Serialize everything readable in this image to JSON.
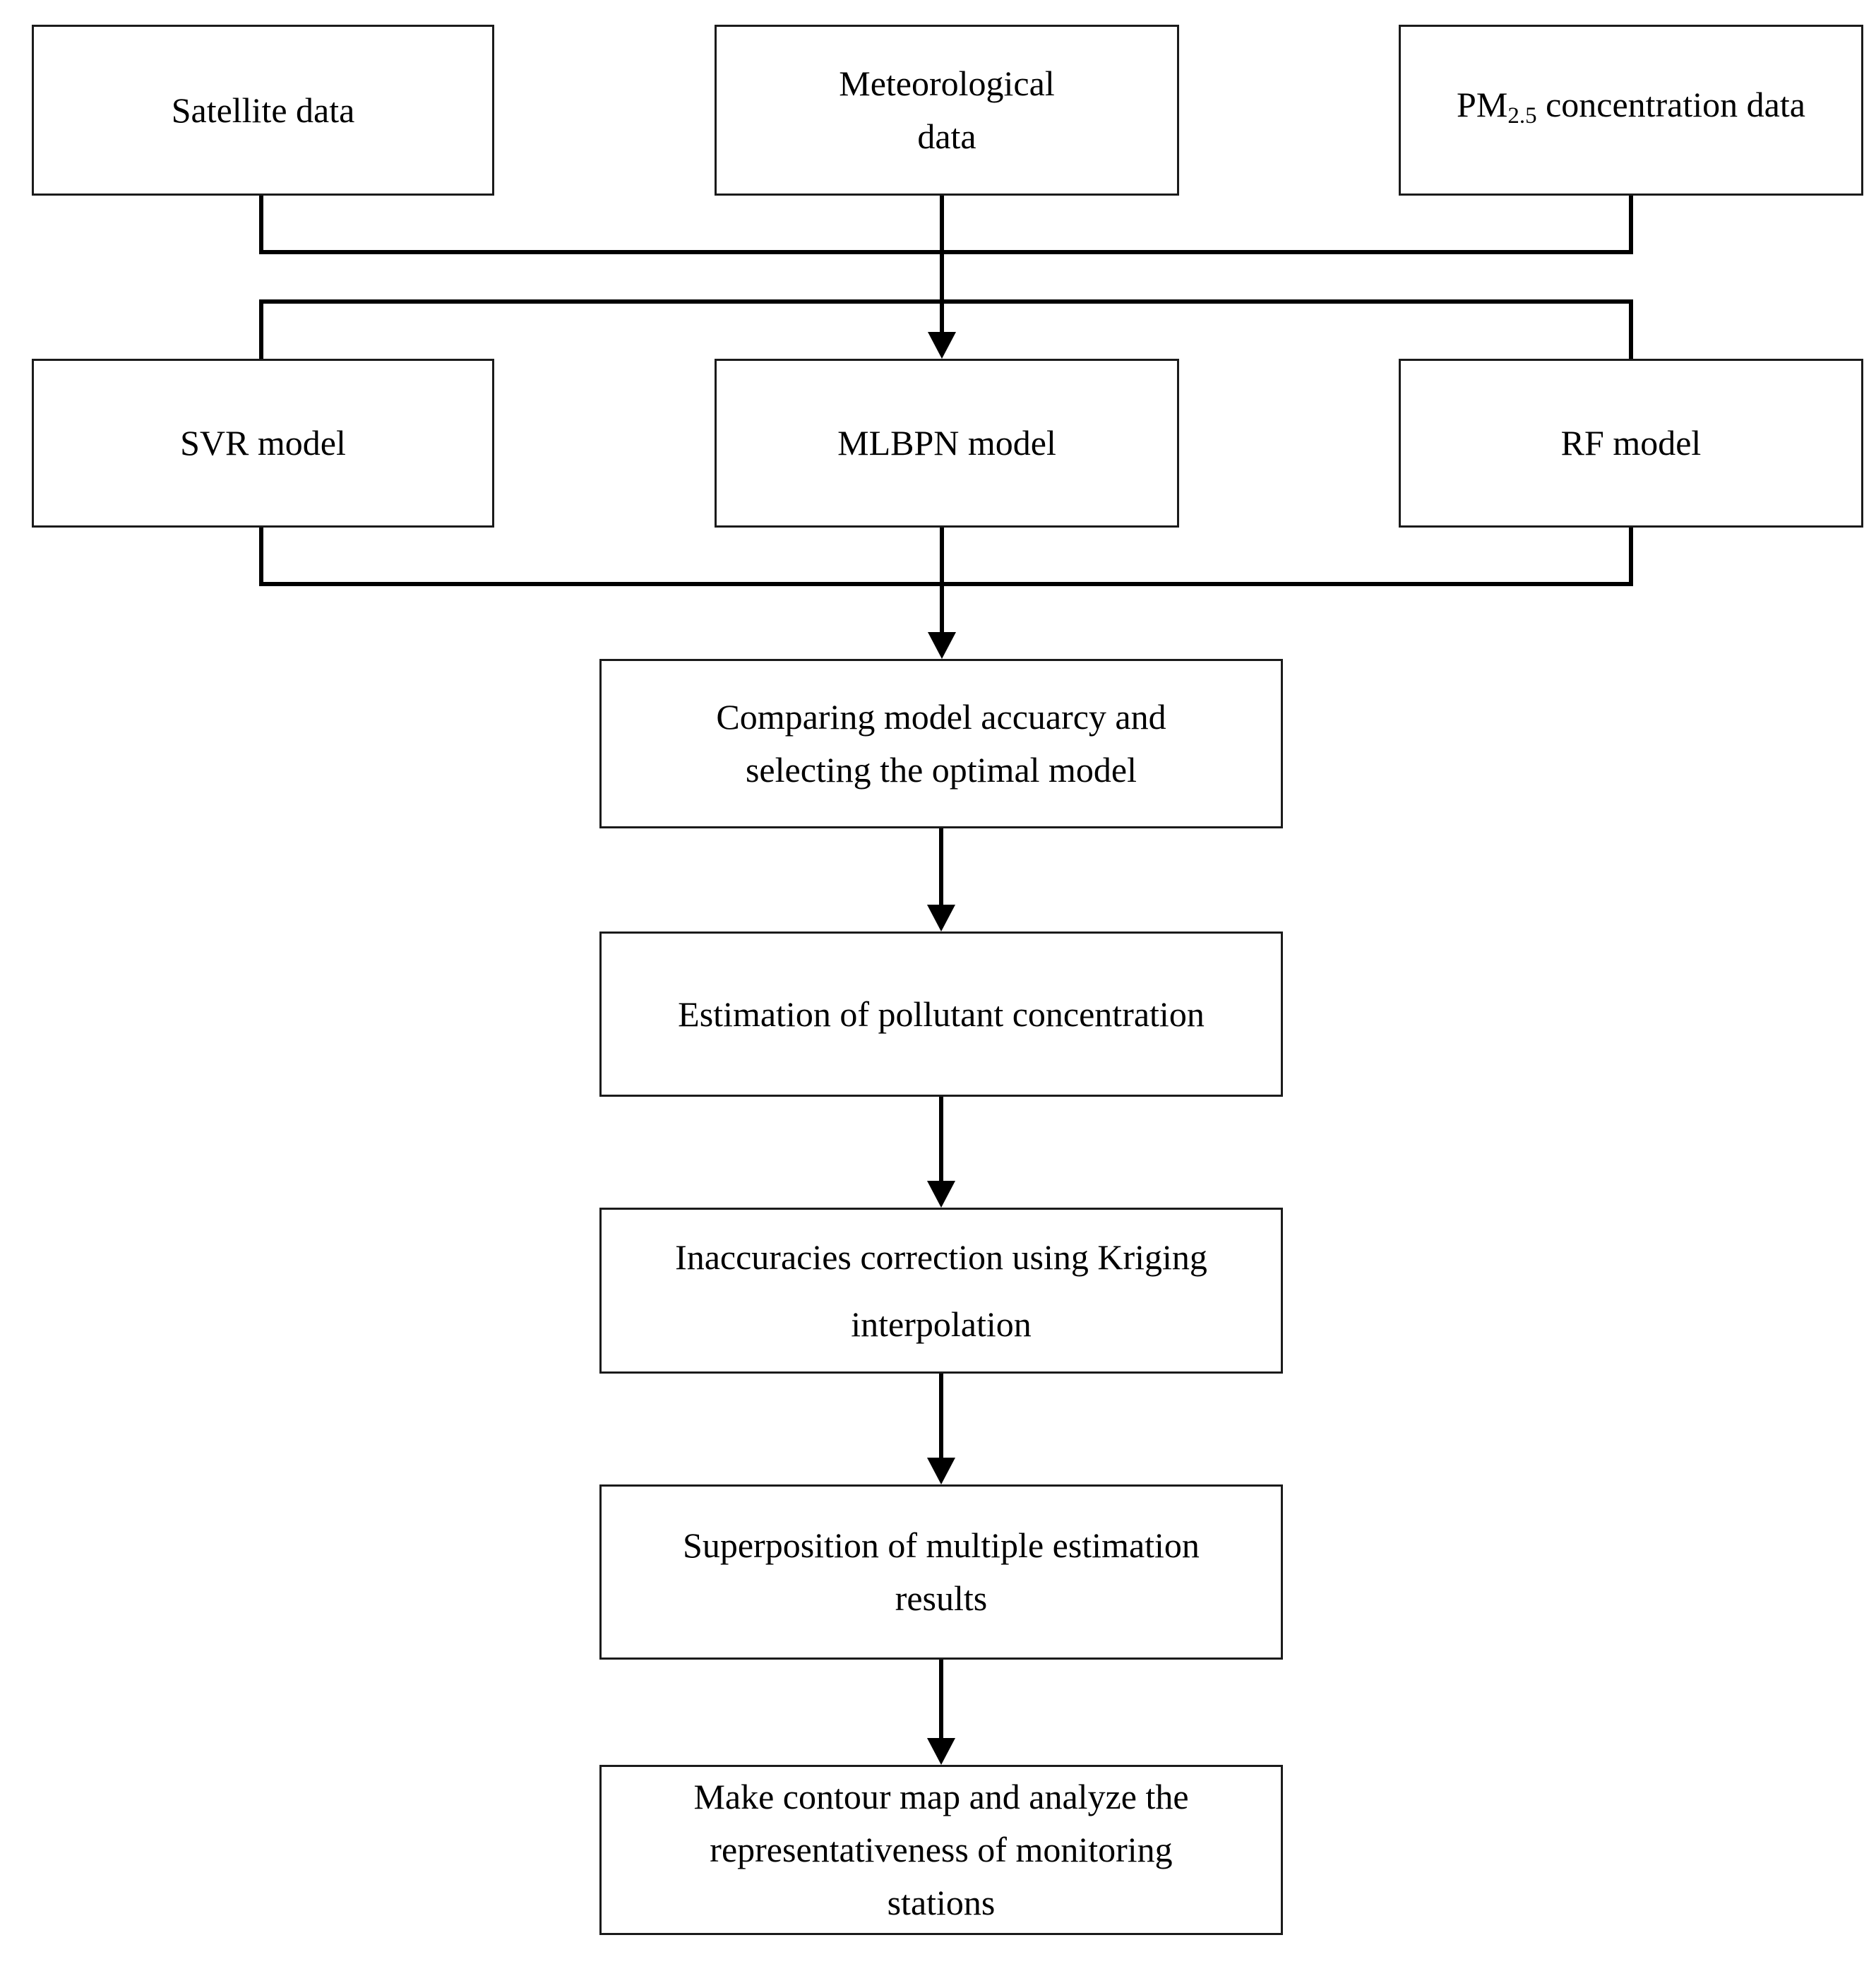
{
  "nodes": {
    "satellite": {
      "label": "Satellite data"
    },
    "meteorological": {
      "label": "Meteorological\ndata"
    },
    "pm25": {
      "prefix": "PM",
      "sub": "2.5",
      "suffix": " concentration data"
    },
    "svr": {
      "label": "SVR model"
    },
    "mlbpn": {
      "label": "MLBPN model"
    },
    "rf": {
      "label": "RF model"
    },
    "comparing": {
      "label": "Comparing model accuarcy and\nselecting the optimal model"
    },
    "estimation": {
      "label": "Estimation of pollutant concentration"
    },
    "kriging": {
      "label": "Inaccuracies correction using Kriging\ninterpolation"
    },
    "superposition": {
      "label": "Superposition of multiple estimation\nresults"
    },
    "contour": {
      "label": "Make contour map and analyze the\nrepresentativeness of monitoring\nstations"
    }
  },
  "colors": {
    "line": "#000000",
    "box_border": "#1b1b1b",
    "background": "#ffffff",
    "text": "#000000"
  }
}
